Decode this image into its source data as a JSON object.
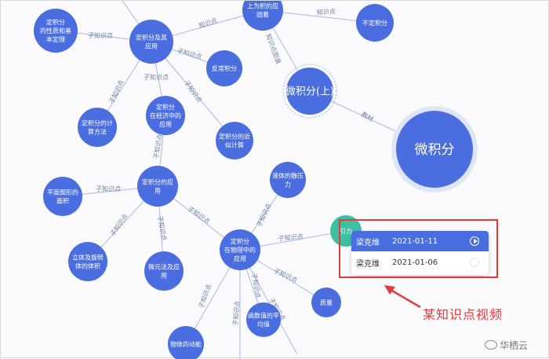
{
  "nodes": [
    {
      "id": "n_top",
      "lines": [
        "上为积的应",
        "固着"
      ],
      "size": "mid"
    },
    {
      "id": "n_bdjf",
      "lines": [
        "不定积分"
      ],
      "size": "small"
    },
    {
      "id": "n_djfyy",
      "lines": [
        "定积分及其",
        "应用"
      ],
      "size": "small"
    },
    {
      "id": "n_djfxz",
      "lines": [
        "定积分",
        "的性质和基",
        "本定理"
      ],
      "size": "small"
    },
    {
      "id": "n_fcd",
      "lines": [
        "反常积分"
      ],
      "size": "small"
    },
    {
      "id": "n_jfs",
      "lines": [
        "微积分(上)"
      ],
      "size": "large"
    },
    {
      "id": "n_wjf",
      "lines": [
        "微积分"
      ],
      "size": "xlarge"
    },
    {
      "id": "n_jjyy",
      "lines": [
        "定积分",
        "在经济中的",
        "应用"
      ],
      "size": "small"
    },
    {
      "id": "n_jsff",
      "lines": [
        "定积分的计",
        "算方法"
      ],
      "size": "small"
    },
    {
      "id": "n_jsjs",
      "lines": [
        "定积分的近",
        "似计算"
      ],
      "size": "small"
    },
    {
      "id": "n_dyy",
      "lines": [
        "定积分的应",
        "用"
      ],
      "size": "small"
    },
    {
      "id": "n_pmtx",
      "lines": [
        "平面图形的",
        "面积"
      ],
      "size": "small"
    },
    {
      "id": "n_ytjl",
      "lines": [
        "液体的静压",
        "力"
      ],
      "size": "small"
    },
    {
      "id": "n_wlyy",
      "lines": [
        "定积分",
        "在物理中的",
        "应用"
      ],
      "size": "small"
    },
    {
      "id": "n_ztxz",
      "lines": [
        "立体及旋转",
        "体的体积"
      ],
      "size": "small"
    },
    {
      "id": "n_wyf",
      "lines": [
        "微元法及应",
        "用"
      ],
      "size": "small"
    },
    {
      "id": "n_zl",
      "lines": [
        "质量"
      ],
      "size": "small"
    },
    {
      "id": "n_hspj",
      "lines": [
        "函数值的平",
        "均值"
      ],
      "size": "small"
    },
    {
      "id": "n_wtdn",
      "lines": [
        "物体的动能"
      ],
      "size": "small"
    },
    {
      "id": "n_yinli",
      "lines": [
        "引力"
      ],
      "size": "small"
    }
  ],
  "edge_labels": [
    {
      "text": "知识点"
    },
    {
      "text": "知识点"
    },
    {
      "text": "知识点图谱"
    },
    {
      "text": "子知识点"
    },
    {
      "text": "子知识点"
    },
    {
      "text": "子知识点"
    },
    {
      "text": "子知识点"
    },
    {
      "text": "教材"
    },
    {
      "text": "子知识点"
    },
    {
      "text": "子知识点"
    },
    {
      "text": "子知识点"
    },
    {
      "text": "子知识点"
    },
    {
      "text": "子知识点"
    },
    {
      "text": "子知识点"
    },
    {
      "text": "子知识点"
    },
    {
      "text": "子知识点"
    },
    {
      "text": "子知识点"
    },
    {
      "text": "子知识点"
    },
    {
      "text": "子知识点"
    },
    {
      "text": "子知识点"
    },
    {
      "text": "子知识点"
    }
  ],
  "popup": {
    "rows": [
      {
        "author": "梁克维",
        "date": "2021-01-11",
        "state": "active"
      },
      {
        "author": "梁克维",
        "date": "2021-01-06",
        "state": "inactive"
      }
    ]
  },
  "annotation": "某知识点视频",
  "watermark": "华栖云",
  "colors": {
    "node": "#4a6ee0",
    "node_active": "#3dbfa3",
    "edge": "#a9b8e6",
    "highlight": "#e33b3b"
  },
  "icons": {
    "play": "play-circle-icon",
    "watermark": "weibo-icon"
  }
}
